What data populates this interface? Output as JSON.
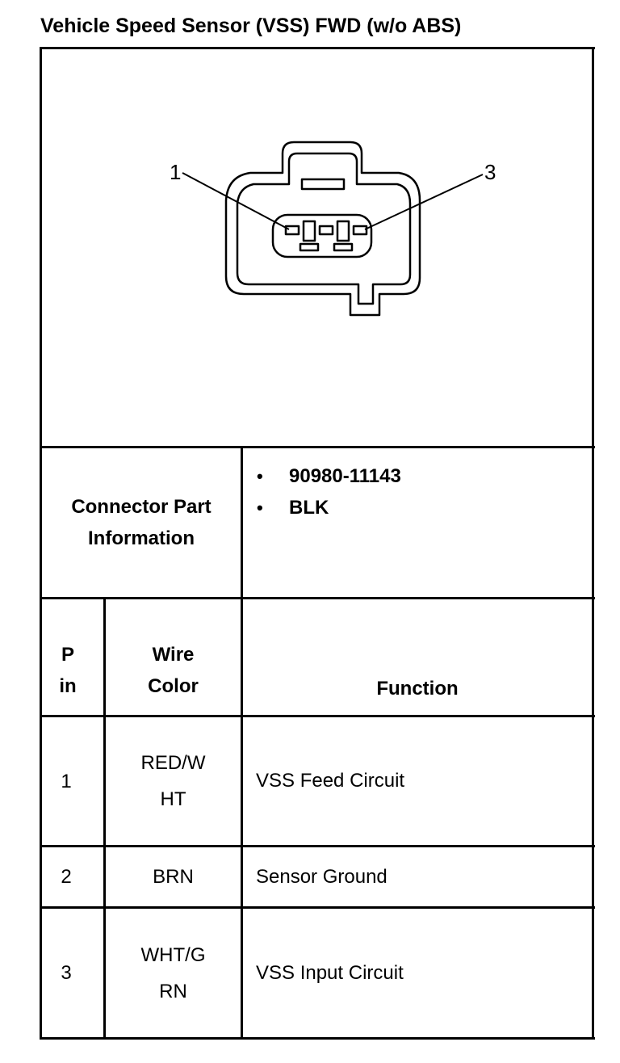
{
  "title": "Vehicle Speed Sensor (VSS) FWD (w/o ABS)",
  "diagram": {
    "pin_label_left": "1",
    "pin_label_right": "3"
  },
  "connector_info": {
    "label_line1": "Connector Part",
    "label_line2": "Information",
    "bullets": [
      "90980-11143",
      "BLK"
    ]
  },
  "table": {
    "headers": {
      "pin_line1": "P",
      "pin_line2": "in",
      "wire_line1": "Wire",
      "wire_line2": "Color",
      "function": "Function"
    },
    "rows": [
      {
        "pin": "1",
        "wire_line1": "RED/W",
        "wire_line2": "HT",
        "function": "VSS Feed Circuit"
      },
      {
        "pin": "2",
        "wire_line1": "BRN",
        "wire_line2": "",
        "function": "Sensor Ground"
      },
      {
        "pin": "3",
        "wire_line1": "WHT/G",
        "wire_line2": "RN",
        "function": "VSS Input Circuit"
      }
    ]
  }
}
